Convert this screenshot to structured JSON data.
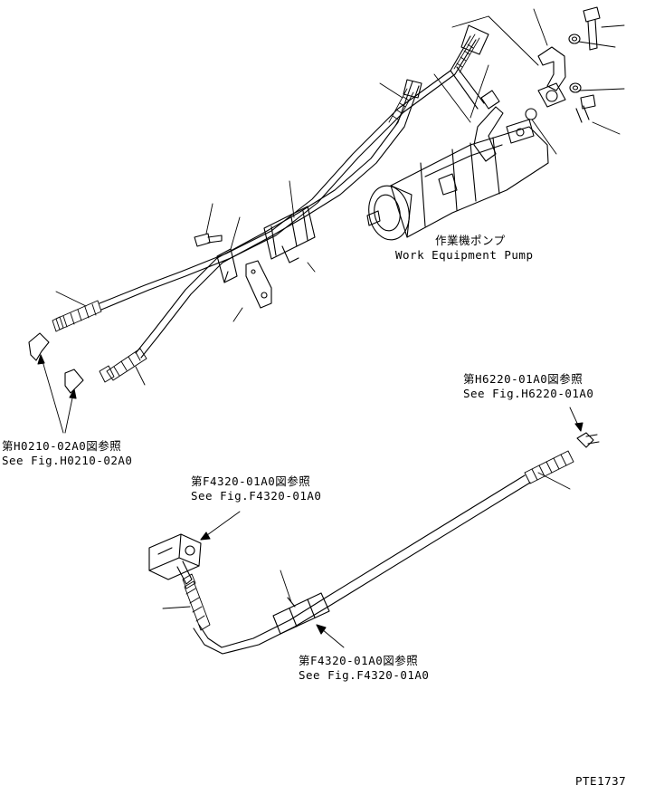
{
  "pump_label": {
    "jp": "作業機ポンプ",
    "en": "Work Equipment Pump"
  },
  "refs": {
    "h0210": {
      "jp": "第H0210-02A0図参照",
      "en": "See Fig.H0210-02A0"
    },
    "h6220": {
      "jp": "第H6220-01A0図参照",
      "en": "See Fig.H6220-01A0"
    },
    "f4320_top": {
      "jp": "第F4320-01A0図参照",
      "en": "See Fig.F4320-01A0"
    },
    "f4320_bottom": {
      "jp": "第F4320-01A0図参照",
      "en": "See Fig.F4320-01A0"
    }
  },
  "drawing_code": "PTE1737"
}
